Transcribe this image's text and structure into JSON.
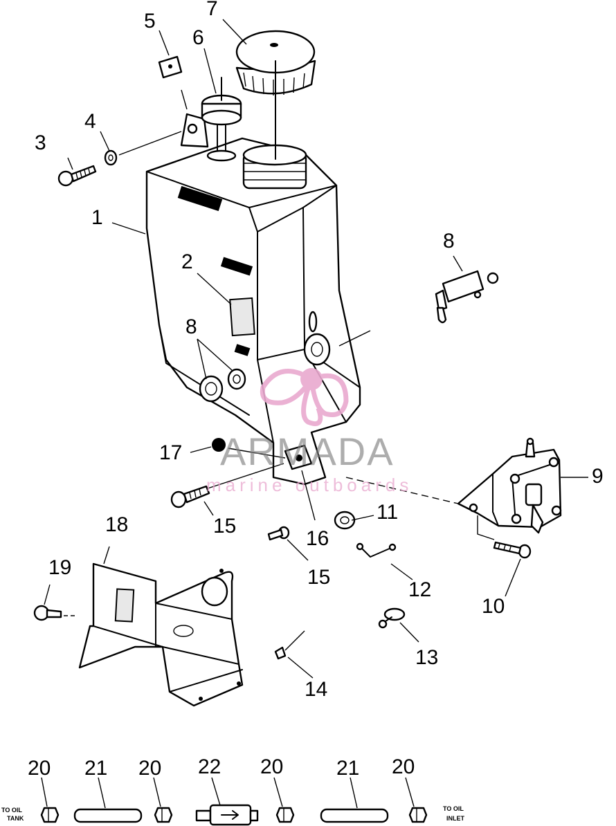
{
  "callouts": {
    "c1": "1",
    "c2": "2",
    "c3": "3",
    "c4": "4",
    "c5": "5",
    "c6": "6",
    "c7": "7",
    "c8a": "8",
    "c8b": "8",
    "c9": "9",
    "c10": "10",
    "c11": "11",
    "c12": "12",
    "c13": "13",
    "c14": "14",
    "c15a": "15",
    "c15b": "15",
    "c16": "16",
    "c17": "17",
    "c18": "18",
    "c19": "19",
    "r20a": "20",
    "r21a": "21",
    "r20b": "20",
    "r22": "22",
    "r20c": "20",
    "r21b": "21",
    "r20d": "20"
  },
  "hose_row": {
    "left_label_line1": "TO OIL",
    "left_label_line2": "TANK",
    "right_label_line1": "TO OIL",
    "right_label_line2": "INLET"
  },
  "watermark": {
    "brand": "ARMADA",
    "tagline": "marine outboards",
    "color_primary": "#7f7f7f",
    "color_accent": "#e9a9cf"
  },
  "icons": {
    "tank": "oil-tank-icon",
    "cap": "filler-cap-icon",
    "pump": "oil-pump-icon",
    "bracket": "mounting-bracket-icon"
  }
}
